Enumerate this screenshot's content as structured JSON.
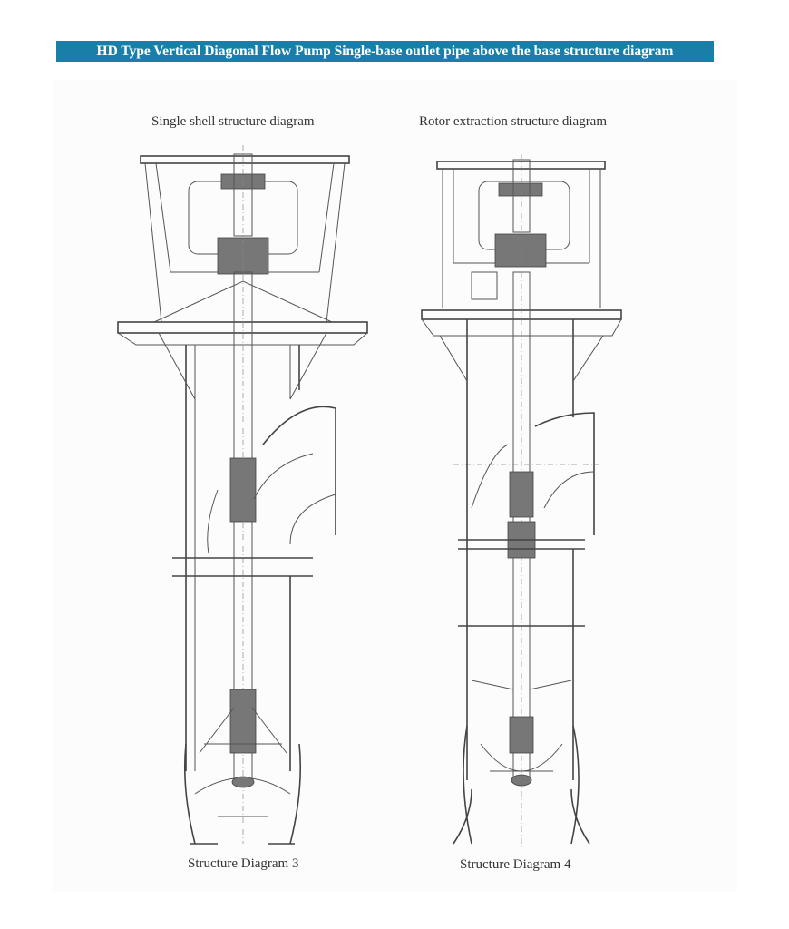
{
  "banner": {
    "title": "HD Type Vertical Diagonal Flow Pump Single-base outlet pipe above the base structure diagram"
  },
  "diagrams": [
    {
      "title": "Single shell structure diagram",
      "caption": "Structure Diagram 3"
    },
    {
      "title": "Rotor extraction structure diagram",
      "caption": "Structure Diagram 4"
    }
  ],
  "colors": {
    "banner": "#1a7fa8",
    "line": "#555555"
  }
}
